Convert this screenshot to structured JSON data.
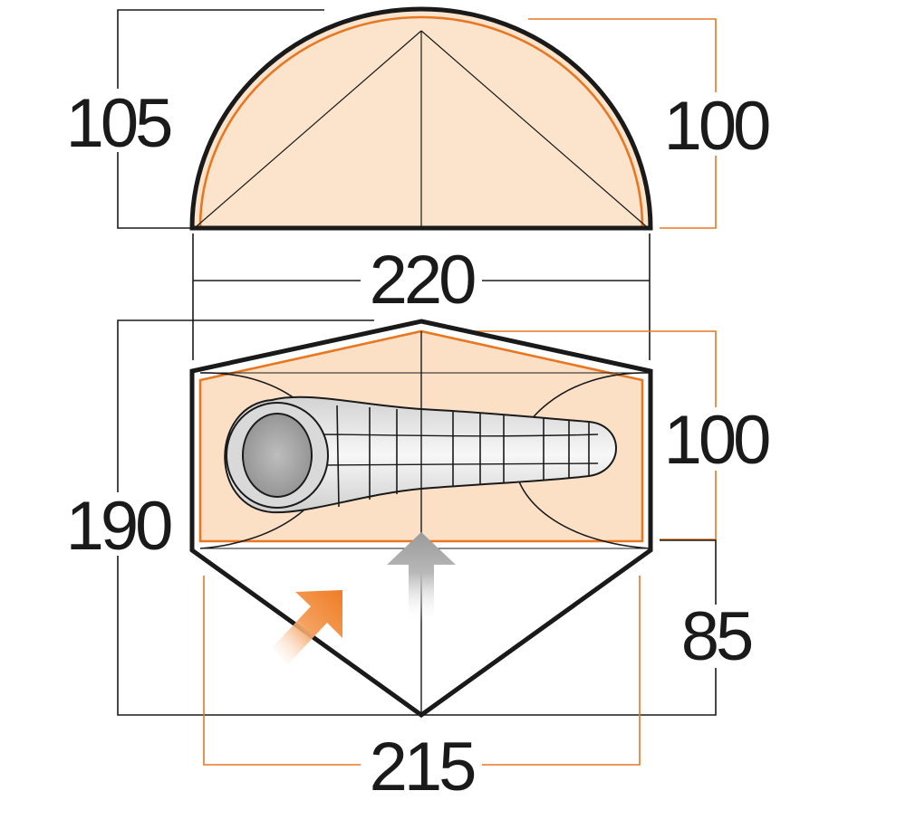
{
  "dimensions": {
    "side_outer_height": "105",
    "side_inner_height": "100",
    "width": "220",
    "length": "190",
    "inner_width": "100",
    "porch_depth": "85",
    "porch_width": "215"
  },
  "colors": {
    "outline": "#1a1a1a",
    "inner_tent": "#e87722",
    "inner_fill": "#fbe3cc",
    "inner_fill_light": "#fdebd9",
    "dim_line_black": "#1a1a1a",
    "dim_line_orange": "#e87722",
    "sleeping_bag": "#ececec",
    "sleeping_bag_hood": "#a9a9a9",
    "arrow_orange": "#f07c25",
    "arrow_grey": "#9a9a9a"
  },
  "icons": [
    "sleeping-bag-icon",
    "door-entry-arrow-icon",
    "vestibule-entry-arrow-icon"
  ]
}
